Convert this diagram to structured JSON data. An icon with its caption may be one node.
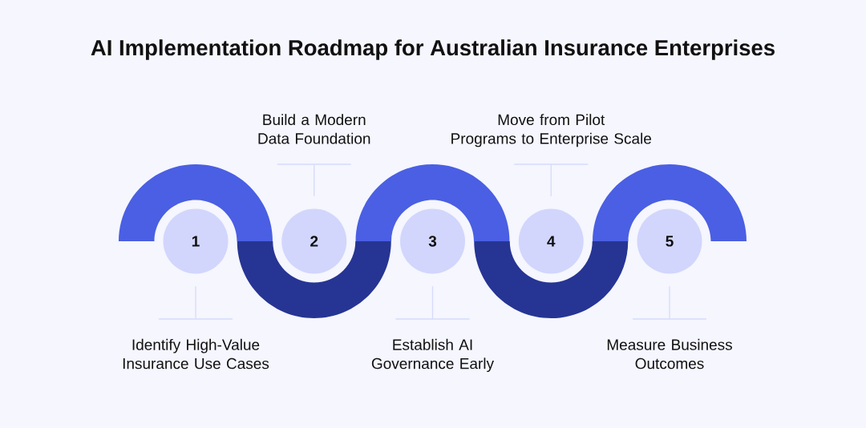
{
  "diagram": {
    "title": "AI Implementation Roadmap for Australian Insurance Enterprises",
    "nodes": [
      {
        "text": [
          "1"
        ]
      },
      {
        "text": [
          "2"
        ]
      },
      {
        "text": [
          "3"
        ]
      },
      {
        "text": [
          "4"
        ]
      },
      {
        "text": [
          "5"
        ]
      },
      {
        "text": [
          "Identify High-Value Insurance Use Cases"
        ]
      },
      {
        "text": [
          "Build a Modern Data Foundation"
        ]
      },
      {
        "text": [
          "Establish AI Governance Early"
        ]
      },
      {
        "text": [
          "Move from Pilot Programs to Enterprise Scale"
        ]
      },
      {
        "text": [
          "Measure Business Outcomes"
        ]
      }
    ],
    "edges": [
      {
        "from": 0,
        "to": 5,
        "arrow": "none"
      },
      {
        "from": 1,
        "to": 6,
        "arrow": "none"
      },
      {
        "from": 2,
        "to": 7,
        "arrow": "none"
      },
      {
        "from": 3,
        "to": 8,
        "arrow": "none"
      },
      {
        "from": 4,
        "to": 9,
        "arrow": "none"
      }
    ]
  }
}
